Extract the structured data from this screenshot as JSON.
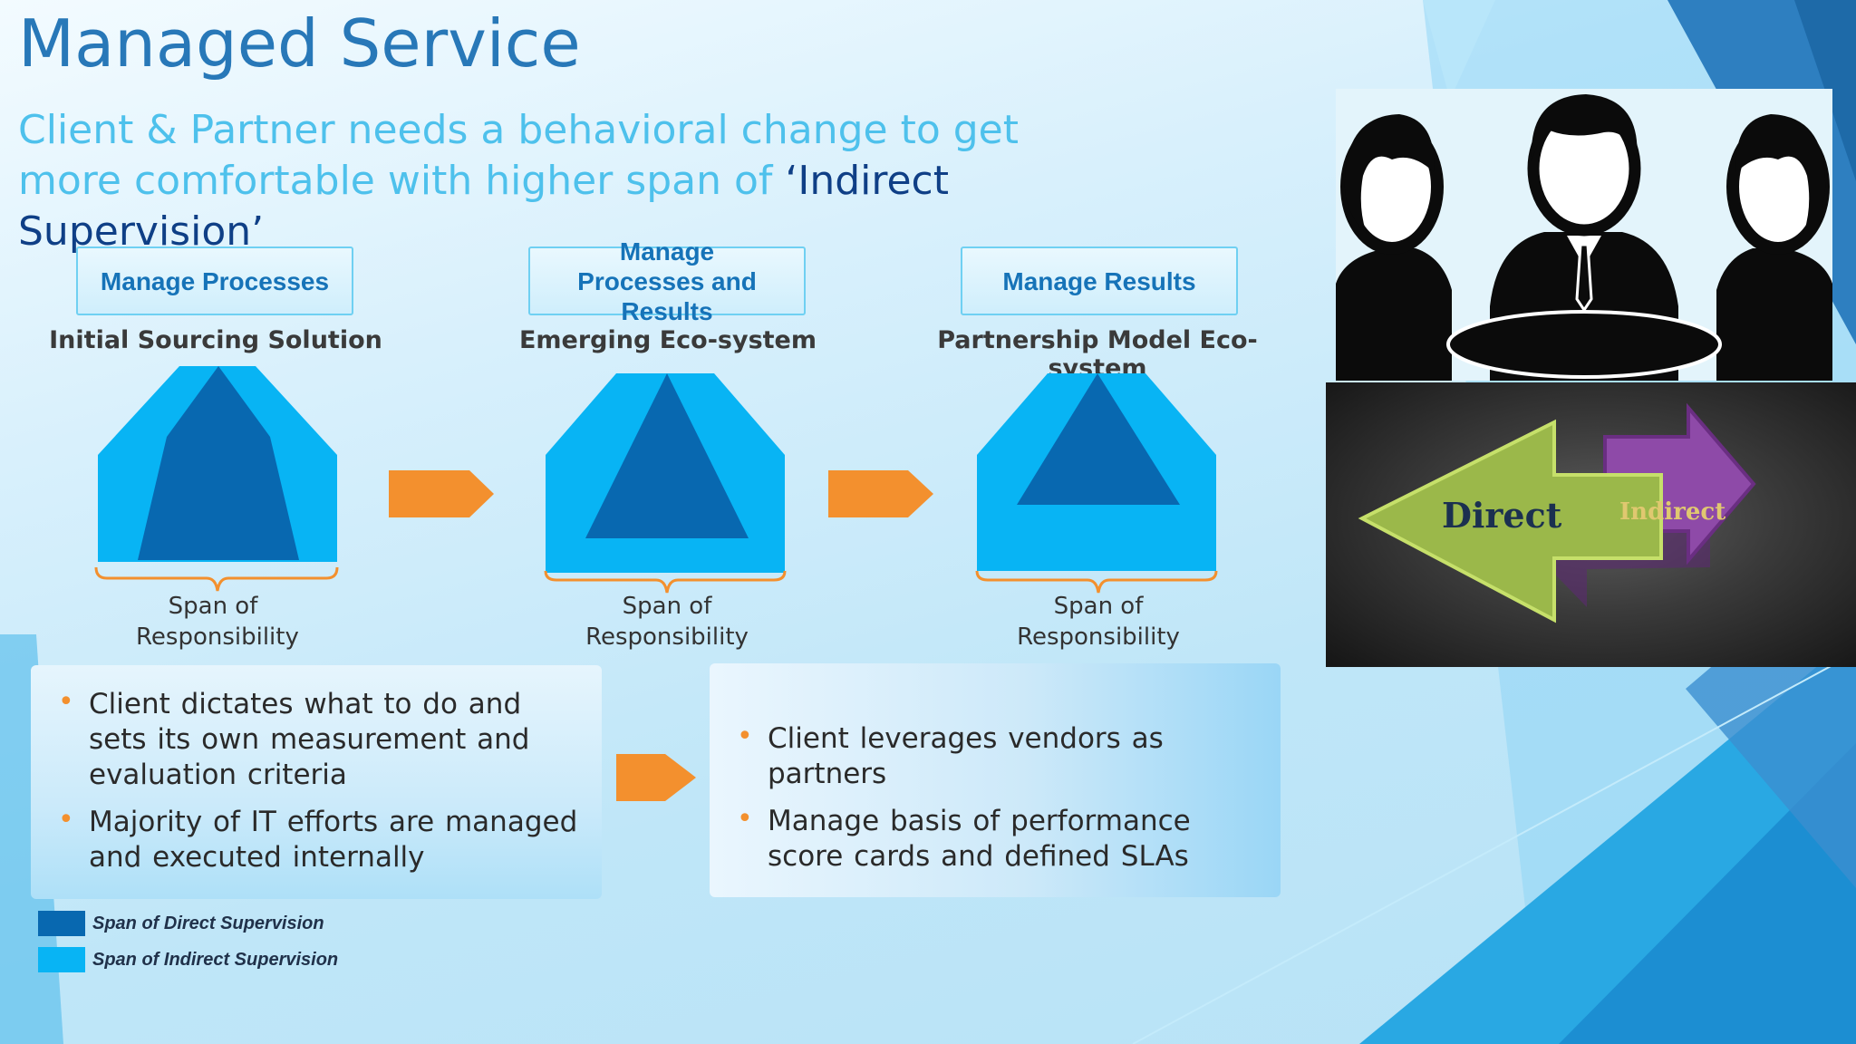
{
  "slide": {
    "title": "Managed Service",
    "subtitle_part1": "Client & Partner needs a behavioral change to get more comfortable with higher span of ",
    "subtitle_highlight": "‘Indirect Supervision’"
  },
  "stages": [
    {
      "label": "Manage Processes",
      "sublabel": "Initial Sourcing Solution",
      "span_label": "Span of Responsibility"
    },
    {
      "label": "Manage Processes and Results",
      "sublabel": "Emerging Eco-system",
      "span_label": "Span of Responsibility"
    },
    {
      "label": "Manage Results",
      "sublabel": "Partnership Model Eco-system",
      "span_label": "Span of Responsibility"
    }
  ],
  "left_panel": {
    "bullets": [
      "Client dictates what to do and sets its own measurement and evaluation criteria",
      "Majority of IT efforts are managed and executed internally"
    ]
  },
  "right_panel": {
    "bullets": [
      "Client leverages vendors as partners",
      "Manage basis of performance score cards and defined SLAs"
    ]
  },
  "legend": [
    {
      "label": "Span of Direct Supervision",
      "color": "#0868b0"
    },
    {
      "label": "Span of Indirect Supervision",
      "color": "#08b4f4"
    }
  ],
  "images": {
    "direct_indirect": {
      "direct_word": "Direct",
      "indirect_word": "Indirect"
    }
  },
  "colors": {
    "title": "#2878b8",
    "subtitle": "#4ec1ec",
    "subtitle_highlight": "#0f3f86",
    "stage_label": "#1673b8",
    "arrow": "#f3902e",
    "direct": "#0868b0",
    "indirect": "#08b4f4"
  }
}
